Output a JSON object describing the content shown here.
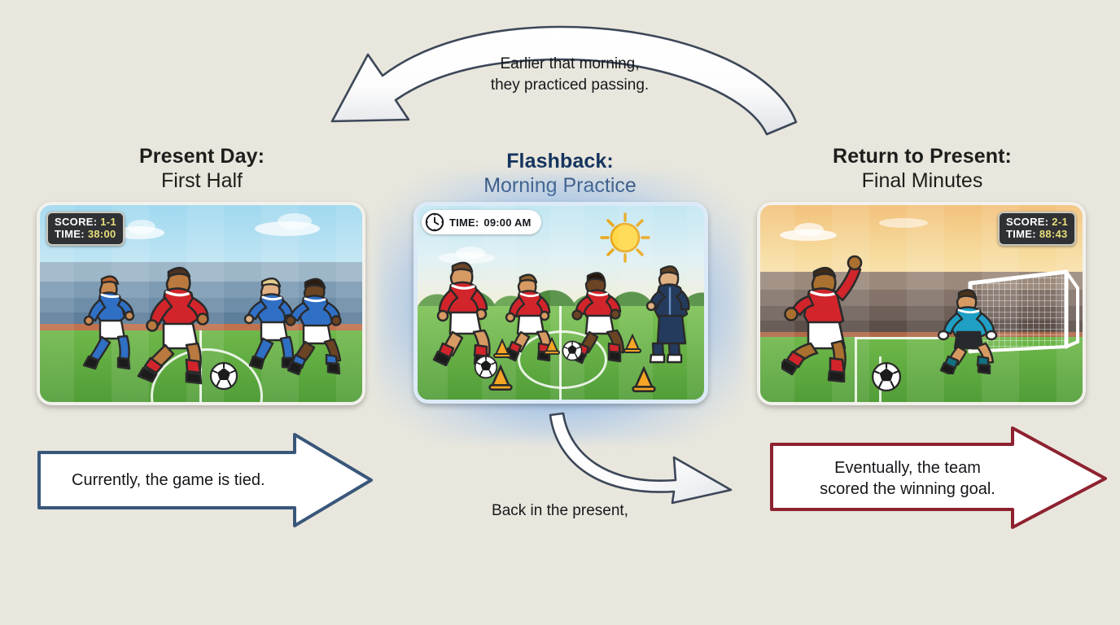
{
  "background_color": "#e9e7dd",
  "panels": [
    {
      "id": "present-first-half",
      "title_line1": "Present Day:",
      "title_line2": "First Half",
      "title_color": "#1d1d1b",
      "hud": {
        "type": "scoreboard",
        "score_label": "SCORE:",
        "score_value": "1-1",
        "time_label": "TIME:",
        "time_value": "38:00",
        "position": "top-left"
      },
      "scene": "Red player dribbling past four blue defenders at midfield in a stadium"
    },
    {
      "id": "flashback-morning-practice",
      "title_line1": "Flashback:",
      "title_line2": "Morning Practice",
      "title_color": "#13335c",
      "hud": {
        "type": "clock",
        "icon": "clock-icon",
        "time_label": "TIME:",
        "time_value": "09:00 AM",
        "position": "top-left"
      },
      "scene": "Three red-shirt players and a coach practicing passing with cones and balls on a training pitch in the morning sun"
    },
    {
      "id": "return-final-minutes",
      "title_line1": "Return to Present:",
      "title_line2": "Final Minutes",
      "title_color": "#1d1d1b",
      "hud": {
        "type": "scoreboard",
        "score_label": "SCORE:",
        "score_value": "2-1",
        "time_label": "TIME:",
        "time_value": "88:43",
        "position": "top-right"
      },
      "scene": "Red player celebrating after shooting past the goalkeeper at sunset"
    }
  ],
  "annotations": {
    "top_curve": {
      "text_line1": "Earlier that morning,",
      "text_line2": "they practiced passing.",
      "direction": "right-to-left",
      "style": "white curved arrow with dark outline"
    },
    "bottom_curve": {
      "text": "Back in the present,",
      "direction": "left-to-right",
      "style": "white curved arrow with dark outline"
    },
    "left_banner": {
      "text": "Currently, the game is tied.",
      "border_color": "#39577a",
      "fill_color": "#ffffff"
    },
    "right_banner": {
      "text_line1": "Eventually, the team",
      "text_line2": "scored the winning goal.",
      "border_color": "#8e2230",
      "fill_color": "#ffffff"
    }
  }
}
